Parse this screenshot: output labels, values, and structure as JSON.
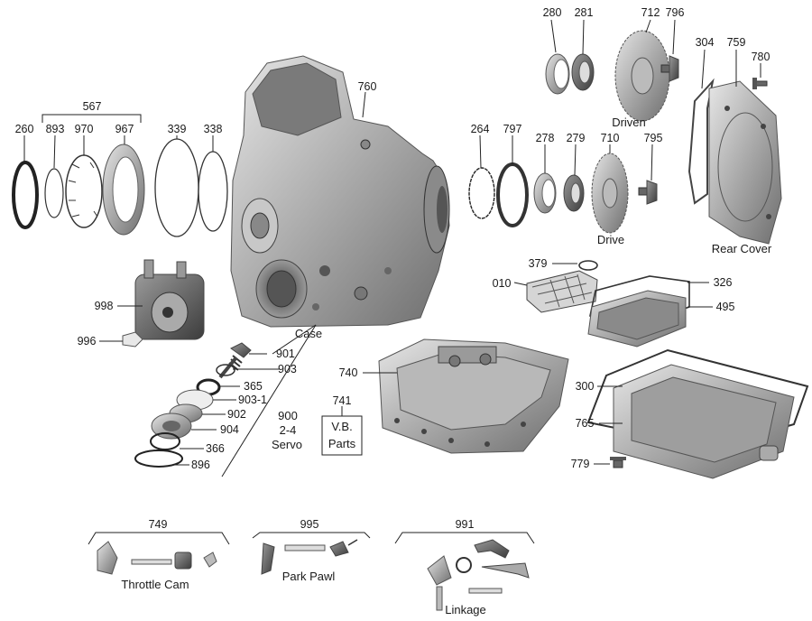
{
  "parts": {
    "p280": "280",
    "p281": "281",
    "p712": "712",
    "p796": "796",
    "p304": "304",
    "p759": "759",
    "p780": "780",
    "p760": "760",
    "p567": "567",
    "p260": "260",
    "p893": "893",
    "p970": "970",
    "p967": "967",
    "p339": "339",
    "p338": "338",
    "p264": "264",
    "p797": "797",
    "p278": "278",
    "p279": "279",
    "p710": "710",
    "p795": "795",
    "p379": "379",
    "p010": "010",
    "p326": "326",
    "p495": "495",
    "p998": "998",
    "p996": "996",
    "p901": "901",
    "p903": "903",
    "p365": "365",
    "p9031": "903-1",
    "p902": "902",
    "p904": "904",
    "p366": "366",
    "p896": "896",
    "p740": "740",
    "p741": "741",
    "p300": "300",
    "p765": "765",
    "p779": "779",
    "p900": "900",
    "p749": "749",
    "p995": "995",
    "p991": "991"
  },
  "captions": {
    "driven": "Driven",
    "drive": "Drive",
    "rear_cover": "Rear Cover",
    "case": "Case",
    "servo_type": "2-4",
    "servo": "Servo",
    "vb_line1": "V.B.",
    "vb_line2": "Parts",
    "throttle_cam": "Throttle Cam",
    "park_pawl": "Park Pawl",
    "linkage": "Linkage"
  }
}
